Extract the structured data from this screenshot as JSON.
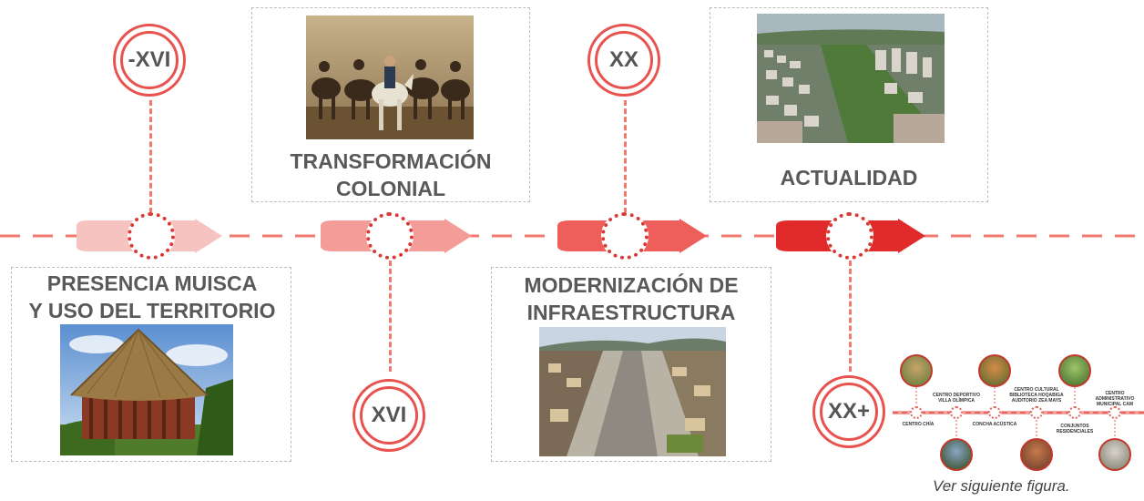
{
  "eras": {
    "e1": "-XVI",
    "e2": "XVI",
    "e3": "XX",
    "e4": "XX+"
  },
  "titles": {
    "t1_line1": "PRESENCIA MUISCA",
    "t1_line2": "Y USO DEL TERRITORIO",
    "t2_line1": "TRANSFORMACIÓN",
    "t2_line2": "COLONIAL",
    "t3_line1": "MODERNIZACIÓN DE",
    "t3_line2": "INFRAESTRUCTURA",
    "t4_line1": "ACTUALIDAD"
  },
  "caption": "Ver siguiente figura.",
  "mini_labels": {
    "m1": "CENTRO CHÍA",
    "m2": "CENTRO DEPORTIVO VILLA OLÍMPICA",
    "m3": "CONCHA ACÚSTICA",
    "m4": "CENTRO CULTURAL BIBLIOTECA HOQABIGA AUDITORIO ZEA MAYS",
    "m5": "CONJUNTOS RESIDENCIALES",
    "m6": "CENTRO ADMINISTRATIVO MUNICIPAL CAM"
  },
  "colors": {
    "accent": "#e8534f",
    "arrow1": "#f7c3c1",
    "arrow2": "#f28b8a",
    "arrow3": "#ee5e5a",
    "arrow4": "#e02a2a",
    "text": "#595959"
  }
}
